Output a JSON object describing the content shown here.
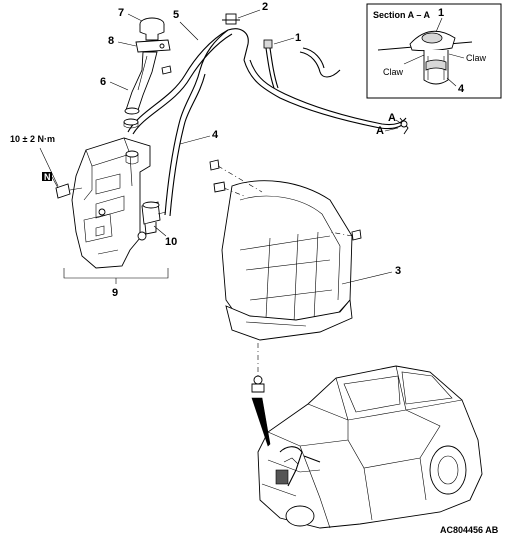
{
  "callouts": {
    "c1": "1",
    "c2": "2",
    "c3": "3",
    "c4": "4",
    "c5": "5",
    "c6": "6",
    "c7": "7",
    "c8": "8",
    "c9": "9",
    "c10": "10"
  },
  "torque": "10 ± 2 N·m",
  "nut_badge": "N",
  "section": {
    "title": "Section A – A",
    "claw_left": "Claw",
    "claw_right": "Claw",
    "callout_1": "1",
    "callout_4": "4"
  },
  "section_markers": {
    "a_upper": "A",
    "a_lower": "A"
  },
  "figure_code": "AC804456 AB"
}
